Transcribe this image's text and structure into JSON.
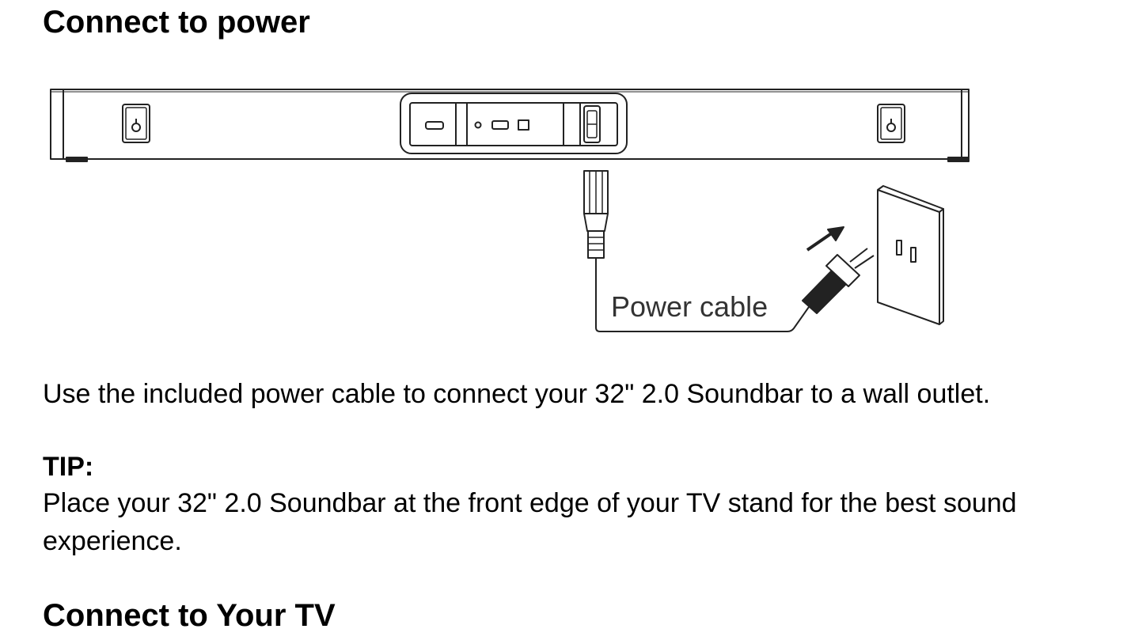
{
  "section1": {
    "title": "Connect to power"
  },
  "diagram": {
    "cable_label": "Power cable"
  },
  "body": {
    "instruction": "Use the included power cable to connect your 32\" 2.0 Soundbar to a wall outlet.",
    "tip_label": "TIP:",
    "tip_text": "Place your 32\" 2.0 Soundbar at the front edge of your TV stand for the best sound experience."
  },
  "section2": {
    "title": "Connect to Your TV"
  }
}
